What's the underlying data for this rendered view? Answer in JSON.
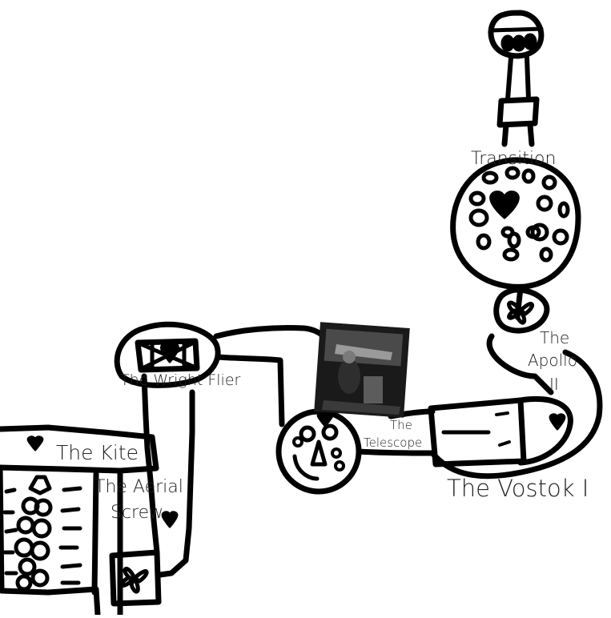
{
  "labels": {
    "kite": "The Kite",
    "aerial_screw_line1": "The Aerial",
    "aerial_screw_line2": "Screw",
    "wright_flier": "The Wright Flier",
    "telescope_line1": "The",
    "telescope_line2": "Telescope",
    "vostok": "The Vostok I",
    "apollo_line1": "The",
    "apollo_line2": "Apollo",
    "apollo_line3": "II",
    "transition": "Transition"
  },
  "colors": {
    "ink": "#000000",
    "paper": "#ffffff",
    "text": "#222222"
  },
  "icons": {
    "photo": "telescope-photo",
    "heart": "heart-icon",
    "flower": "flower-icon",
    "face": "smiley-face-icon"
  }
}
